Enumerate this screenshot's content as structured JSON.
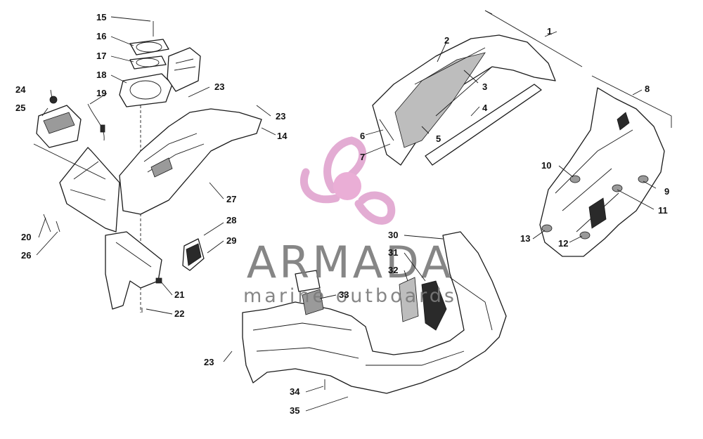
{
  "callouts": [
    "1",
    "2",
    "3",
    "4",
    "5",
    "6",
    "7",
    "8",
    "9",
    "10",
    "11",
    "12",
    "13",
    "14",
    "15",
    "16",
    "17",
    "18",
    "19",
    "20",
    "21",
    "22",
    "23",
    "23",
    "23",
    "24",
    "25",
    "26",
    "27",
    "28",
    "29",
    "30",
    "31",
    "32",
    "33",
    "34",
    "35"
  ],
  "watermark": {
    "brand": "ARMADA",
    "tagline": "marine outboards",
    "logo_color": "#e0a4cf",
    "logo_hub_color": "#e8a6d2",
    "text_color": "#7a7a7a"
  },
  "colors": {
    "line": "#1a1a1a",
    "background": "#ffffff"
  }
}
